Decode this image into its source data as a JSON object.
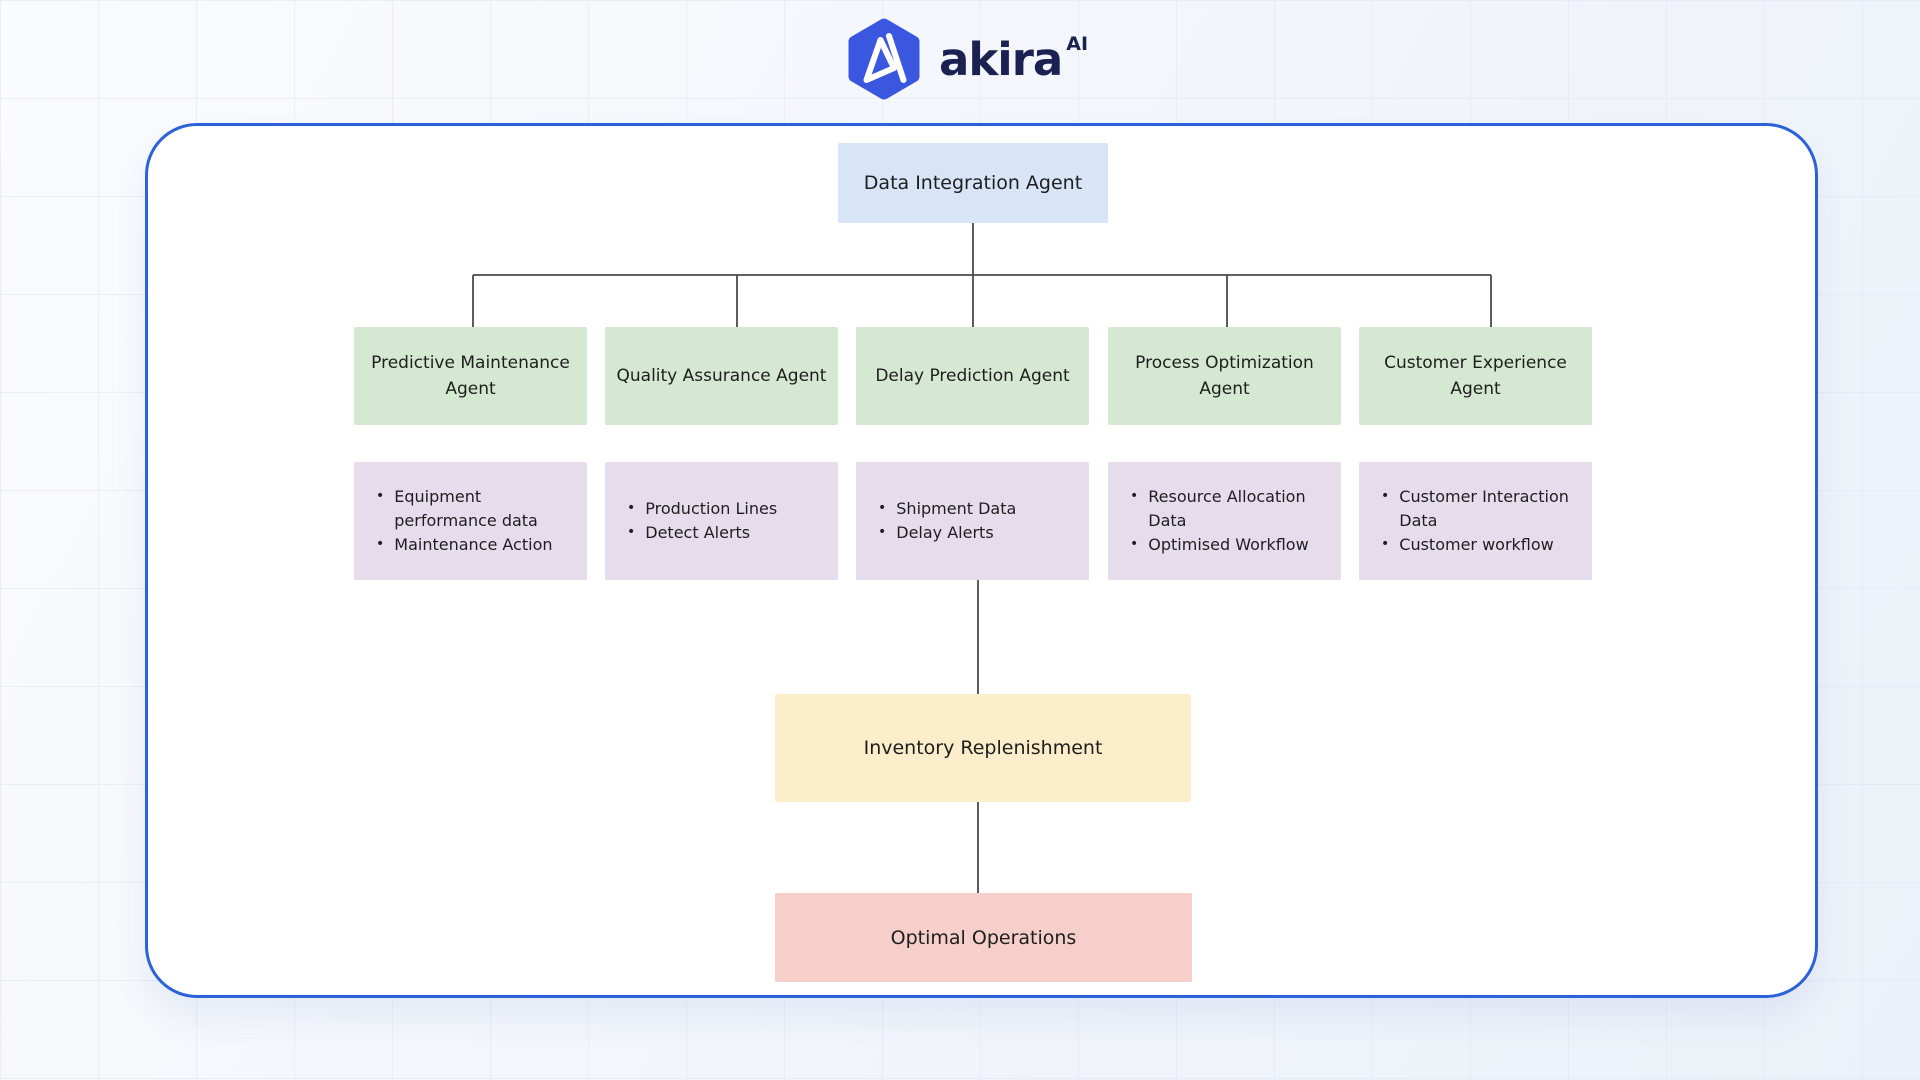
{
  "brand": {
    "wordmark": "akira",
    "superscript": "AI",
    "icon": "hexagon-a-icon"
  },
  "colors": {
    "container_border": "#2b62d9",
    "root_fill": "#d7e5f7",
    "agent_fill": "#d5e8d2",
    "data_fill": "#e6dcec",
    "inventory_fill": "#fdeecb",
    "outcome_fill": "#f6cfcb",
    "connector_line": "#4a4a4a",
    "logo_blue": "#3b57e0",
    "wordmark_navy": "#1b2150"
  },
  "diagram": {
    "root": {
      "label": "Data Integration Agent"
    },
    "agents": [
      {
        "label": "Predictive Maintenance Agent",
        "bullets": [
          "Equipment performance data",
          "Maintenance Action"
        ]
      },
      {
        "label": "Quality Assurance Agent",
        "bullets": [
          "Production Lines",
          "Detect Alerts"
        ]
      },
      {
        "label": "Delay Prediction Agent",
        "bullets": [
          "Shipment Data",
          "Delay Alerts"
        ]
      },
      {
        "label": "Process Optimization Agent",
        "bullets": [
          "Resource Allocation Data",
          "Optimised Workflow"
        ]
      },
      {
        "label": "Customer Experience Agent",
        "bullets": [
          "Customer Interaction Data",
          "Customer workflow"
        ]
      }
    ],
    "inventory": {
      "label": "Inventory Replenishment"
    },
    "outcome": {
      "label": "Optimal Operations"
    }
  }
}
